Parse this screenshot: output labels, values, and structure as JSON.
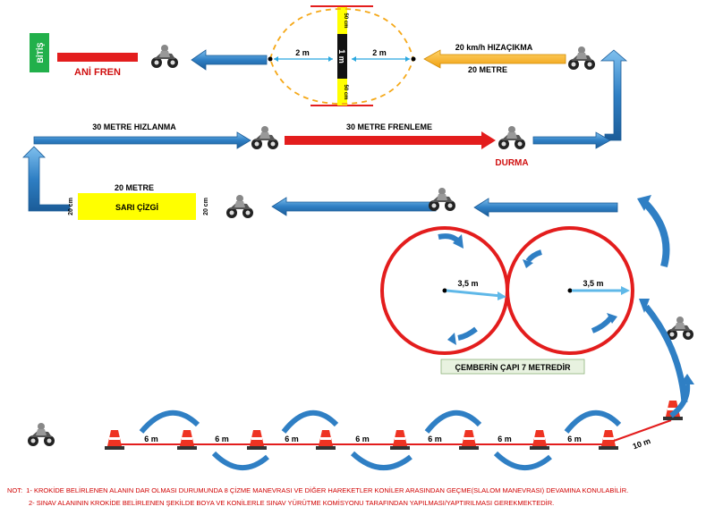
{
  "finish": {
    "label": "BİTİŞ",
    "color": "#22b04b"
  },
  "sudden_brake": {
    "label": "ANİ FREN"
  },
  "gap_left": {
    "label": "2 m"
  },
  "gap_right": {
    "label": "2 m"
  },
  "pole": {
    "label_top": "50 cm",
    "label_mid": "1 m",
    "label_bottom": "50 cm"
  },
  "exit": {
    "speed_label": "20 km/h HIZAÇIKMA",
    "distance_label": "20 METRE"
  },
  "accel": {
    "label": "30 METRE HIZLANMA"
  },
  "braking": {
    "label": "30 METRE FRENLEME"
  },
  "stop": {
    "label": "DURMA"
  },
  "yellow_line": {
    "length_label": "20 METRE",
    "label": "SARI ÇİZGİ",
    "width_left": "20 cm",
    "width_right": "20 cm"
  },
  "circles": {
    "radius_left": "3,5 m",
    "radius_right": "3,5 m",
    "caption": "ÇEMBERİN ÇAPI 7 METREDİR"
  },
  "slalom": {
    "gaps": [
      "6 m",
      "6 m",
      "6 m",
      "6 m",
      "6 m",
      "6 m"
    ],
    "entry": "10 m"
  },
  "notes": {
    "prefix": "NOT:",
    "line1": "1- KROKİDE BELİRLENEN ALANIN DAR OLMASI DURUMUNDA 8 ÇİZME MANEVRASI VE DİĞER HAREKETLER KONİLER ARASINDAN GEÇME(SLALOM MANEVRASI) DEVAMINA KONULABİLİR.",
    "line2": "2- SINAV ALANININ KROKİDE BELİRLENEN ŞEKİLDE BOYA VE KONİLERLE SINAV YÜRÜTME KOMİSYONU TARAFINDAN YAPILMASI/YAPTIRILMASI GEREKMEKTEDİR."
  },
  "colors": {
    "blue": "#3a86c8",
    "red": "#e31d1d",
    "yellow": "#ffff00",
    "orange": "#f5a818"
  }
}
